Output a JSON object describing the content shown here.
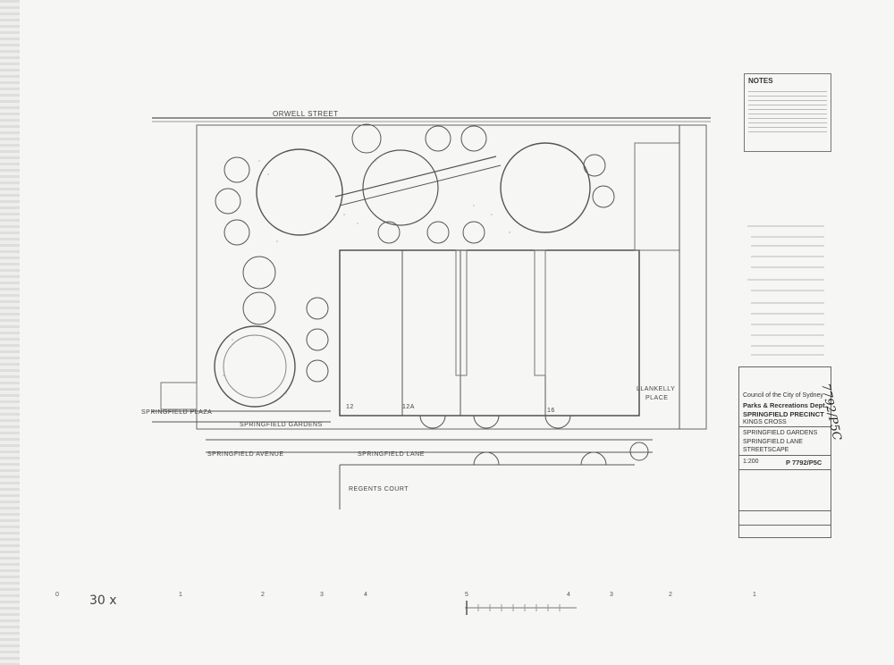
{
  "notes": {
    "title": "NOTES"
  },
  "streets": {
    "orwell": "ORWELL STREET",
    "springfield_plaza": "SPRINGFIELD PLAZA",
    "springfield_gardens": "SPRINGFIELD GARDENS",
    "springfield_avenue": "SPRINGFIELD AVENUE",
    "springfield_lane": "SPRINGFIELD LANE",
    "regents_court": "REGENTS COURT",
    "llankelly": "LLANKELLY",
    "place": "PLACE"
  },
  "lot_numbers": {
    "n12": "12",
    "n12a": "12A",
    "n16": "16"
  },
  "title_block": {
    "council": "Council of the City of Sydney",
    "dept": "Parks & Recreations Dept.",
    "precinct": "SPRINGFIELD PRECINCT",
    "suburb": "KINGS CROSS",
    "project1": "SPRINGFIELD GARDENS",
    "project2": "SPRINGFIELD LANE",
    "project3": "STREETSCAPE",
    "scale": "1:200",
    "drawing_no": "P 7792/P5C"
  },
  "handwritten_ref": "7792/P5C",
  "scale_note": "30 x",
  "scale_marks": [
    "0",
    "1",
    "2",
    "3",
    "4",
    "5",
    "4",
    "3",
    "2",
    "1"
  ]
}
